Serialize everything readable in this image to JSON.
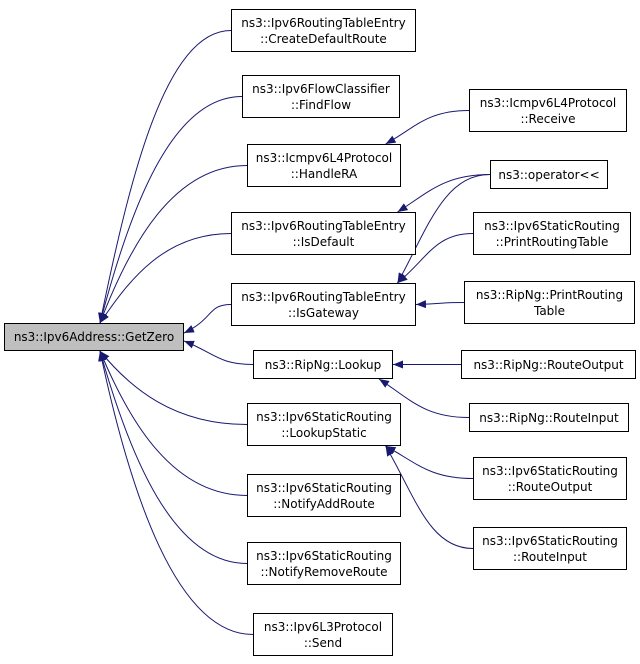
{
  "graph": {
    "edge_color": "#191970",
    "root_fill": "#bfbfbf",
    "nodes": {
      "root": {
        "lines": [
          "ns3::Ipv6Address::GetZero"
        ]
      },
      "createDefaultRoute": {
        "lines": [
          "ns3::Ipv6RoutingTableEntry",
          "::CreateDefaultRoute"
        ]
      },
      "findFlow": {
        "lines": [
          "ns3::Ipv6FlowClassifier",
          "::FindFlow"
        ]
      },
      "handleRA": {
        "lines": [
          "ns3::Icmpv6L4Protocol",
          "::HandleRA"
        ]
      },
      "isDefault": {
        "lines": [
          "ns3::Ipv6RoutingTableEntry",
          "::IsDefault"
        ]
      },
      "isGateway": {
        "lines": [
          "ns3::Ipv6RoutingTableEntry",
          "::IsGateway"
        ]
      },
      "lookup": {
        "lines": [
          "ns3::RipNg::Lookup"
        ]
      },
      "lookupStatic": {
        "lines": [
          "ns3::Ipv6StaticRouting",
          "::LookupStatic"
        ]
      },
      "notifyAddRoute": {
        "lines": [
          "ns3::Ipv6StaticRouting",
          "::NotifyAddRoute"
        ]
      },
      "notifyRemoveRoute": {
        "lines": [
          "ns3::Ipv6StaticRouting",
          "::NotifyRemoveRoute"
        ]
      },
      "send": {
        "lines": [
          "ns3::Ipv6L3Protocol",
          "::Send"
        ]
      },
      "receive": {
        "lines": [
          "ns3::Icmpv6L4Protocol",
          "::Receive"
        ]
      },
      "operatorLL": {
        "lines": [
          "ns3::operator<<"
        ]
      },
      "printRoutingTable": {
        "lines": [
          "ns3::Ipv6StaticRouting",
          "::PrintRoutingTable"
        ]
      },
      "ripPrintRoutingTable": {
        "lines": [
          "ns3::RipNg::PrintRouting",
          "Table"
        ]
      },
      "ripRouteOutput": {
        "lines": [
          "ns3::RipNg::RouteOutput"
        ]
      },
      "ripRouteInput": {
        "lines": [
          "ns3::RipNg::RouteInput"
        ]
      },
      "staticRouteOutput": {
        "lines": [
          "ns3::Ipv6StaticRouting",
          "::RouteOutput"
        ]
      },
      "staticRouteInput": {
        "lines": [
          "ns3::Ipv6StaticRouting",
          "::RouteInput"
        ]
      }
    },
    "edges": [
      [
        "createDefaultRoute",
        "root"
      ],
      [
        "findFlow",
        "root"
      ],
      [
        "handleRA",
        "root"
      ],
      [
        "isDefault",
        "root"
      ],
      [
        "isGateway",
        "root"
      ],
      [
        "lookup",
        "root"
      ],
      [
        "lookupStatic",
        "root"
      ],
      [
        "notifyAddRoute",
        "root"
      ],
      [
        "notifyRemoveRoute",
        "root"
      ],
      [
        "send",
        "root"
      ],
      [
        "receive",
        "handleRA"
      ],
      [
        "operatorLL",
        "isDefault"
      ],
      [
        "operatorLL",
        "isGateway"
      ],
      [
        "printRoutingTable",
        "isGateway"
      ],
      [
        "ripPrintRoutingTable",
        "isGateway"
      ],
      [
        "ripRouteOutput",
        "lookup"
      ],
      [
        "ripRouteInput",
        "lookup"
      ],
      [
        "staticRouteOutput",
        "lookupStatic"
      ],
      [
        "staticRouteInput",
        "lookupStatic"
      ]
    ]
  }
}
